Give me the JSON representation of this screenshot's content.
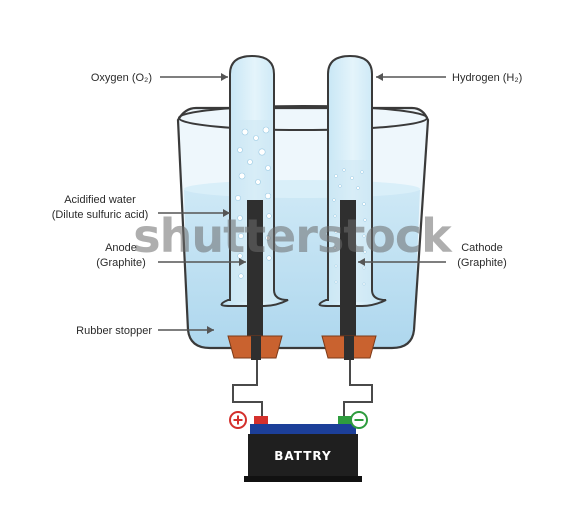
{
  "labels": {
    "oxygen": "Oxygen (O₂)",
    "hydrogen": "Hydrogen (H₂)",
    "acidified_water_line1": "Acidified water",
    "acidified_water_line2": "(Dilute sulfuric acid)",
    "anode_line1": "Anode",
    "anode_line2": "(Graphite)",
    "cathode_line1": "Cathode",
    "cathode_line2": "(Graphite)",
    "rubber_stopper": "Rubber stopper",
    "battery": "BATTRY",
    "positive_terminal": "+",
    "negative_terminal": "−"
  },
  "watermark": "shutterstock",
  "colors": {
    "water": "#bfe1f2",
    "beaker_outline": "#3a3a3a",
    "electrode": "#2f2f2f",
    "stopper": "#c9622f",
    "battery_body": "#1f1f1f",
    "battery_top": "#1c3f99",
    "positive": "#d4302c",
    "negative": "#2e9c3e"
  }
}
